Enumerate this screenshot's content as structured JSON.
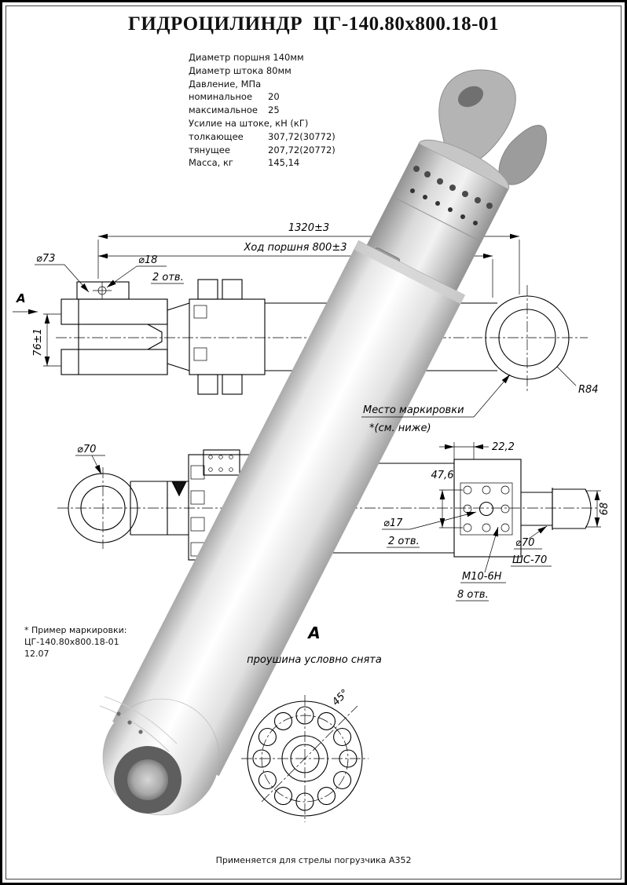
{
  "title": "ГИДРОЦИЛИНДР  ЦГ-140.80х800.18-01",
  "colors": {
    "paper": "#ffffff",
    "line": "#000000",
    "render_light": "#ffffff",
    "render_shadow": "#a8a8a8",
    "eye_ring": "#5e5e5e"
  },
  "specs": [
    {
      "label": "Диаметр поршня 140мм",
      "value": ""
    },
    {
      "label": "Диаметр штока 80мм",
      "value": ""
    },
    {
      "label": "Давление, МПа",
      "value": ""
    },
    {
      "label": "номинальное",
      "value": "20"
    },
    {
      "label": "максимальное",
      "value": "25"
    },
    {
      "label": "Усилие на штоке, кН (кГ)",
      "value": ""
    },
    {
      "label": "толкающее",
      "value": "307,72(30772)"
    },
    {
      "label": "тянущее",
      "value": "207,72(20772)"
    },
    {
      "label": "Масса, кг",
      "value": "145,14"
    }
  ],
  "section_label": "А",
  "dims": {
    "overall": "1320±3",
    "stroke": "Ход поршня 800±3",
    "d73": "⌀73",
    "d18": "⌀18",
    "holes2_top": "2 отв.",
    "h76": "76±1",
    "r84": "R84",
    "marking1": "Место маркировки",
    "marking2": "*(см. ниже)",
    "d70_left": "⌀70",
    "w222": "22,2",
    "w476": "47,6",
    "d17": "⌀17",
    "holes2_mid": "2 отв.",
    "m10": "М10-6Н",
    "holes8": "8 отв.",
    "d70_right": "⌀70",
    "shs70": "ШС-70",
    "h68": "68",
    "a45": "45°"
  },
  "view_a": {
    "label": "А",
    "note": "проушина условно снята"
  },
  "marking_example": [
    "* Пример маркировки:",
    "ЦГ-140.80х800.18-01",
    "12.07"
  ],
  "footer": "Применяется для стрелы погрузчика А352"
}
